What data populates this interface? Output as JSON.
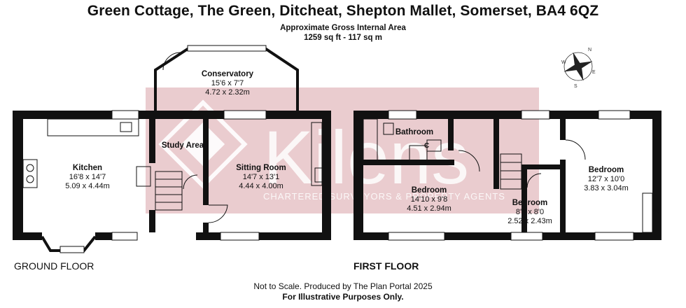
{
  "header": {
    "address": "Green Cottage, The Green, Ditcheat, Shepton Mallet, Somerset, BA4 6QZ",
    "area_label": "Approximate Gross Internal Area",
    "area_value": "1259 sq ft - 117 sq m"
  },
  "floors": {
    "ground": "GROUND FLOOR",
    "first": "FIRST FLOOR"
  },
  "rooms": {
    "conservatory": {
      "name": "Conservatory",
      "imperial": "15'6 x 7'7",
      "metric": "4.72 x 2.32m"
    },
    "study": {
      "name": "Study Area"
    },
    "kitchen": {
      "name": "Kitchen",
      "imperial": "16'8 x 14'7",
      "metric": "5.09 x 4.44m"
    },
    "sitting": {
      "name": "Sitting Room",
      "imperial": "14'7 x 13'1",
      "metric": "4.44 x 4.00m"
    },
    "bathroom": {
      "name": "Bathroom"
    },
    "bedroom1": {
      "name": "Bedroom",
      "imperial": "14'10 x 9'8",
      "metric": "4.51 x 2.94m"
    },
    "bedroom2": {
      "name": "Bedroom",
      "imperial": "8'3 x 8'0",
      "metric": "2.52 x 2.43m"
    },
    "bedroom3": {
      "name": "Bedroom",
      "imperial": "12'7 x 10'0",
      "metric": "3.83 x 3.04m"
    }
  },
  "markers": {
    "cupboard": "C",
    "wardrobe": "W"
  },
  "watermark": {
    "brand": "Kilens",
    "tagline": "CHARTERED SURVEYORS & PROPERTY AGENTS",
    "color": "#d9a2a8"
  },
  "compass": {
    "n": "N",
    "s": "S",
    "e": "E",
    "w": "W"
  },
  "footer": {
    "scale_note": "Not to Scale. Produced by The Plan Portal 2025",
    "purpose_note": "For Illustrative Purposes Only."
  },
  "colors": {
    "wall": "#111111",
    "watermark": "#d9a2a8"
  }
}
